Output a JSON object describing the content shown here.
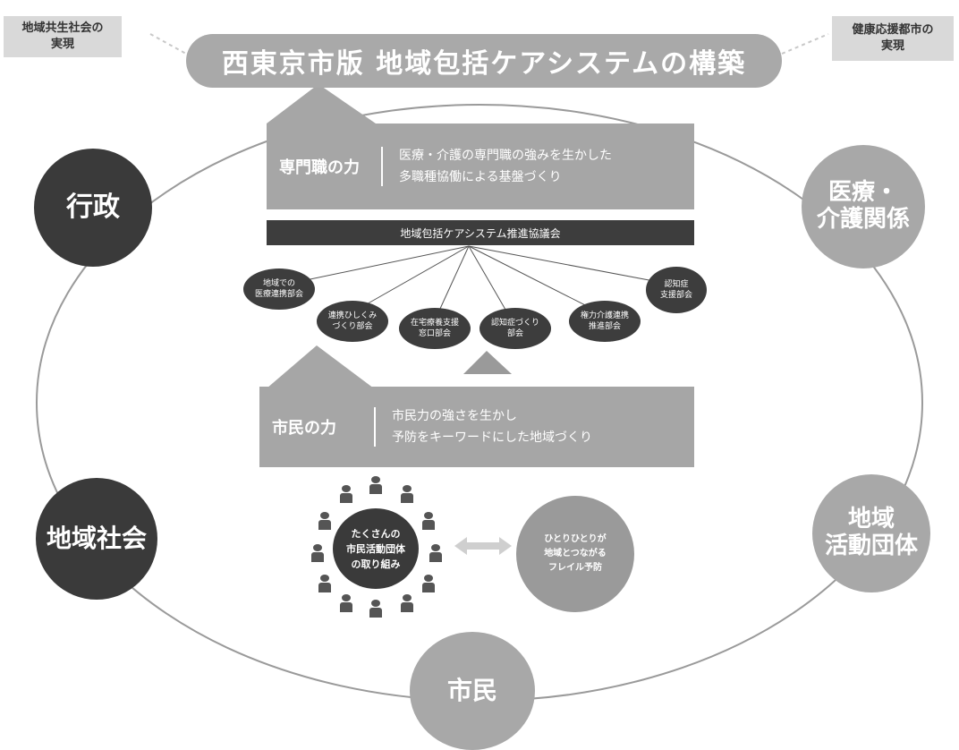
{
  "corners": {
    "left": "地域共生社会の\n実現",
    "right": "健康応援都市の\n実現"
  },
  "title": "西東京市版 地域包括ケアシステムの構築",
  "circles": {
    "gyosei": "行政",
    "iryo": "医療・\n介護関係",
    "chiiki_shakai": "地域社会",
    "chiiki_katsudo": "地域\n活動団体",
    "shimin": "市民"
  },
  "expert": {
    "label": "専門職の力",
    "text": "医療・介護の専門職の強みを生かした\n多職種協働による基盤づくり"
  },
  "council": "地域包括ケアシステム推進協議会",
  "subcommittees": [
    "地域での\n医療連携部会",
    "連携ひしくみ\nづくり部会",
    "在宅療養支援\n窓口部会",
    "認知症づくり\n部会",
    "権力介護連携\n推進部会",
    "認知症\n支援部会"
  ],
  "citizen": {
    "label": "市民の力",
    "text": "市民力の強さを生かし\n予防をキーワードにした地域づくり"
  },
  "groups_text": "たくさんの\n市民活動団体\nの取り組み",
  "frailty_text": "ひとりひとりが\n地域とつながる\nフレイル予防",
  "colors": {
    "dark": "#3a3a3a",
    "light": "#a8a8a8",
    "band": "#a6a6a6"
  }
}
